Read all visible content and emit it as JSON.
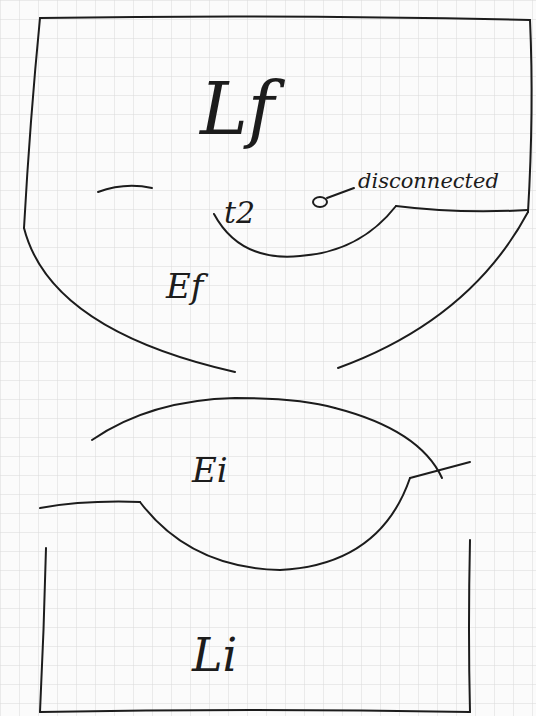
{
  "diagram": {
    "labels": [
      "Lf",
      "t2",
      "Ef",
      "disconnected",
      "Ei",
      "Li"
    ]
  }
}
